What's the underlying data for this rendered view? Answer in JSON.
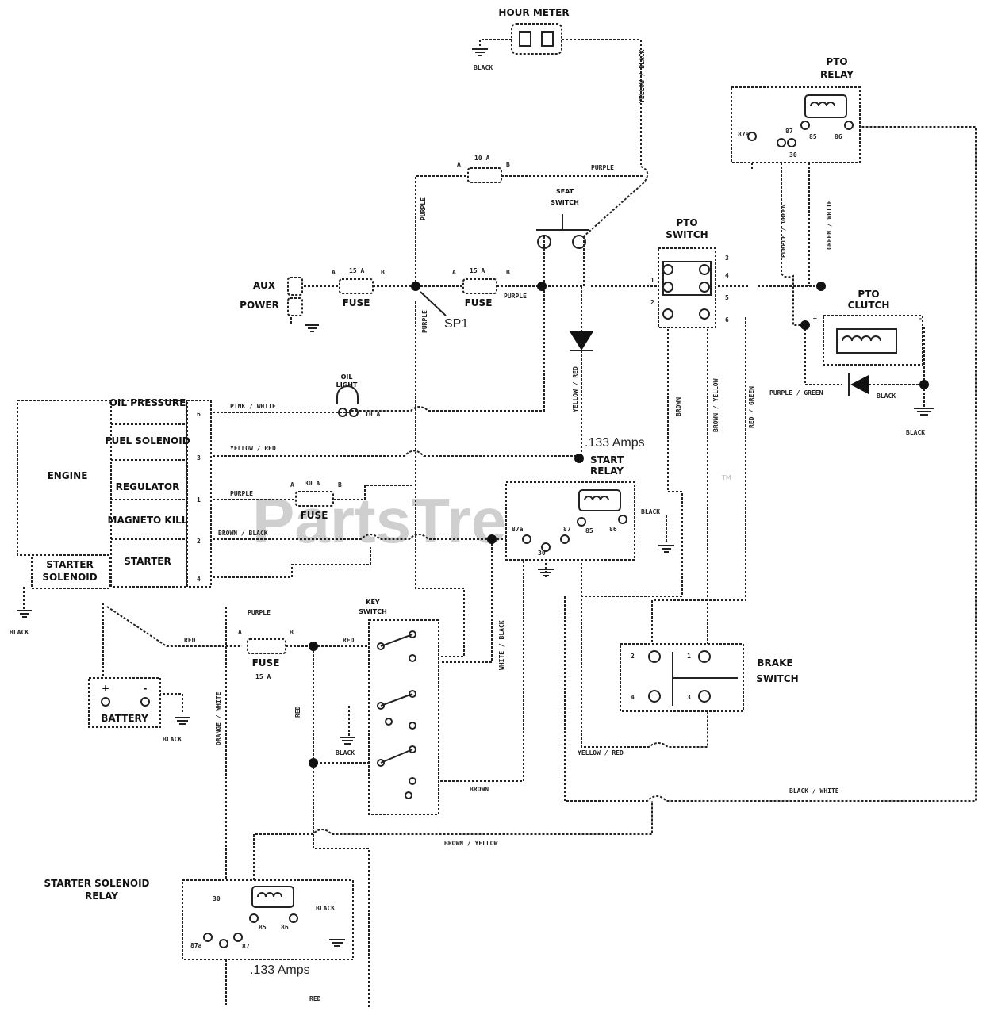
{
  "components": {
    "hour_meter": "HOUR METER",
    "pto_relay_1": "PTO",
    "pto_relay_2": "RELAY",
    "seat_switch_1": "SEAT",
    "seat_switch_2": "SWITCH",
    "pto_switch_1": "PTO",
    "pto_switch_2": "SWITCH",
    "pto_clutch_1": "PTO",
    "pto_clutch_2": "CLUTCH",
    "aux_1": "AUX",
    "aux_2": "POWER",
    "fuse": "FUSE",
    "sp1": "SP1",
    "oil_light_1": "OIL",
    "oil_light_2": "LIGHT",
    "engine": "ENGINE",
    "start_relay_1": "START",
    "start_relay_2": "RELAY",
    "starter_solenoid_1": "STARTER",
    "starter_solenoid_2": "SOLENOID",
    "key_switch_1": "KEY",
    "key_switch_2": "SWITCH",
    "brake_switch_1": "BRAKE",
    "brake_switch_2": "SWITCH",
    "battery": "BATTERY",
    "starter_solenoid_relay_1": "STARTER SOLENOID",
    "starter_solenoid_relay_2": "RELAY"
  },
  "engine_terminals": [
    {
      "label": "OIL PRESSURE",
      "pin": "6"
    },
    {
      "label": "FUEL SOLENOID",
      "pin": "3"
    },
    {
      "label": "REGULATOR",
      "pin": "1"
    },
    {
      "label": "MAGNETO KILL",
      "pin": "2"
    },
    {
      "label": "STARTER",
      "pin": "4"
    }
  ],
  "fuse_ratings": {
    "aux": "15 A",
    "main": "15 A",
    "hour": "10 A",
    "regulator": "30 A",
    "battery": "15 A"
  },
  "terminal_letters": {
    "a": "A",
    "b": "B"
  },
  "pto_switch_pins": {
    "p1": "1",
    "p2": "2",
    "p3": "3",
    "p4": "4",
    "p5": "5",
    "p6": "6"
  },
  "relay_pins": {
    "p30": "30",
    "p85": "85",
    "p86": "86",
    "p87": "87",
    "p87a": "87a"
  },
  "battery_terminals": {
    "pos": "+",
    "neg": "-"
  },
  "brake_pins": {
    "p1": "1",
    "p2": "2",
    "p3": "3",
    "p4": "4"
  },
  "wires": {
    "black": "BLACK",
    "purple": "PURPLE",
    "red": "RED",
    "brown": "BROWN",
    "yellow_red": "YELLOW / RED",
    "pink_white": "PINK / WHITE",
    "brown_black": "BROWN / BLACK",
    "white_black": "WHITE / BLACK",
    "red_green": "RED / GREEN",
    "brown_yellow": "BROWN / YELLOW",
    "black_white": "BLACK / WHITE",
    "green_white": "GREEN / WHITE",
    "purple_green": "PURPLE / GREEN",
    "yellow_black": "YELLOW / BLACK",
    "orange_white": "ORANGE / WHITE"
  },
  "amps": {
    "start_relay": ".133 Amps",
    "solenoid_relay": ".133 Amps"
  },
  "watermark": "PartsTree",
  "trademark": "TM"
}
